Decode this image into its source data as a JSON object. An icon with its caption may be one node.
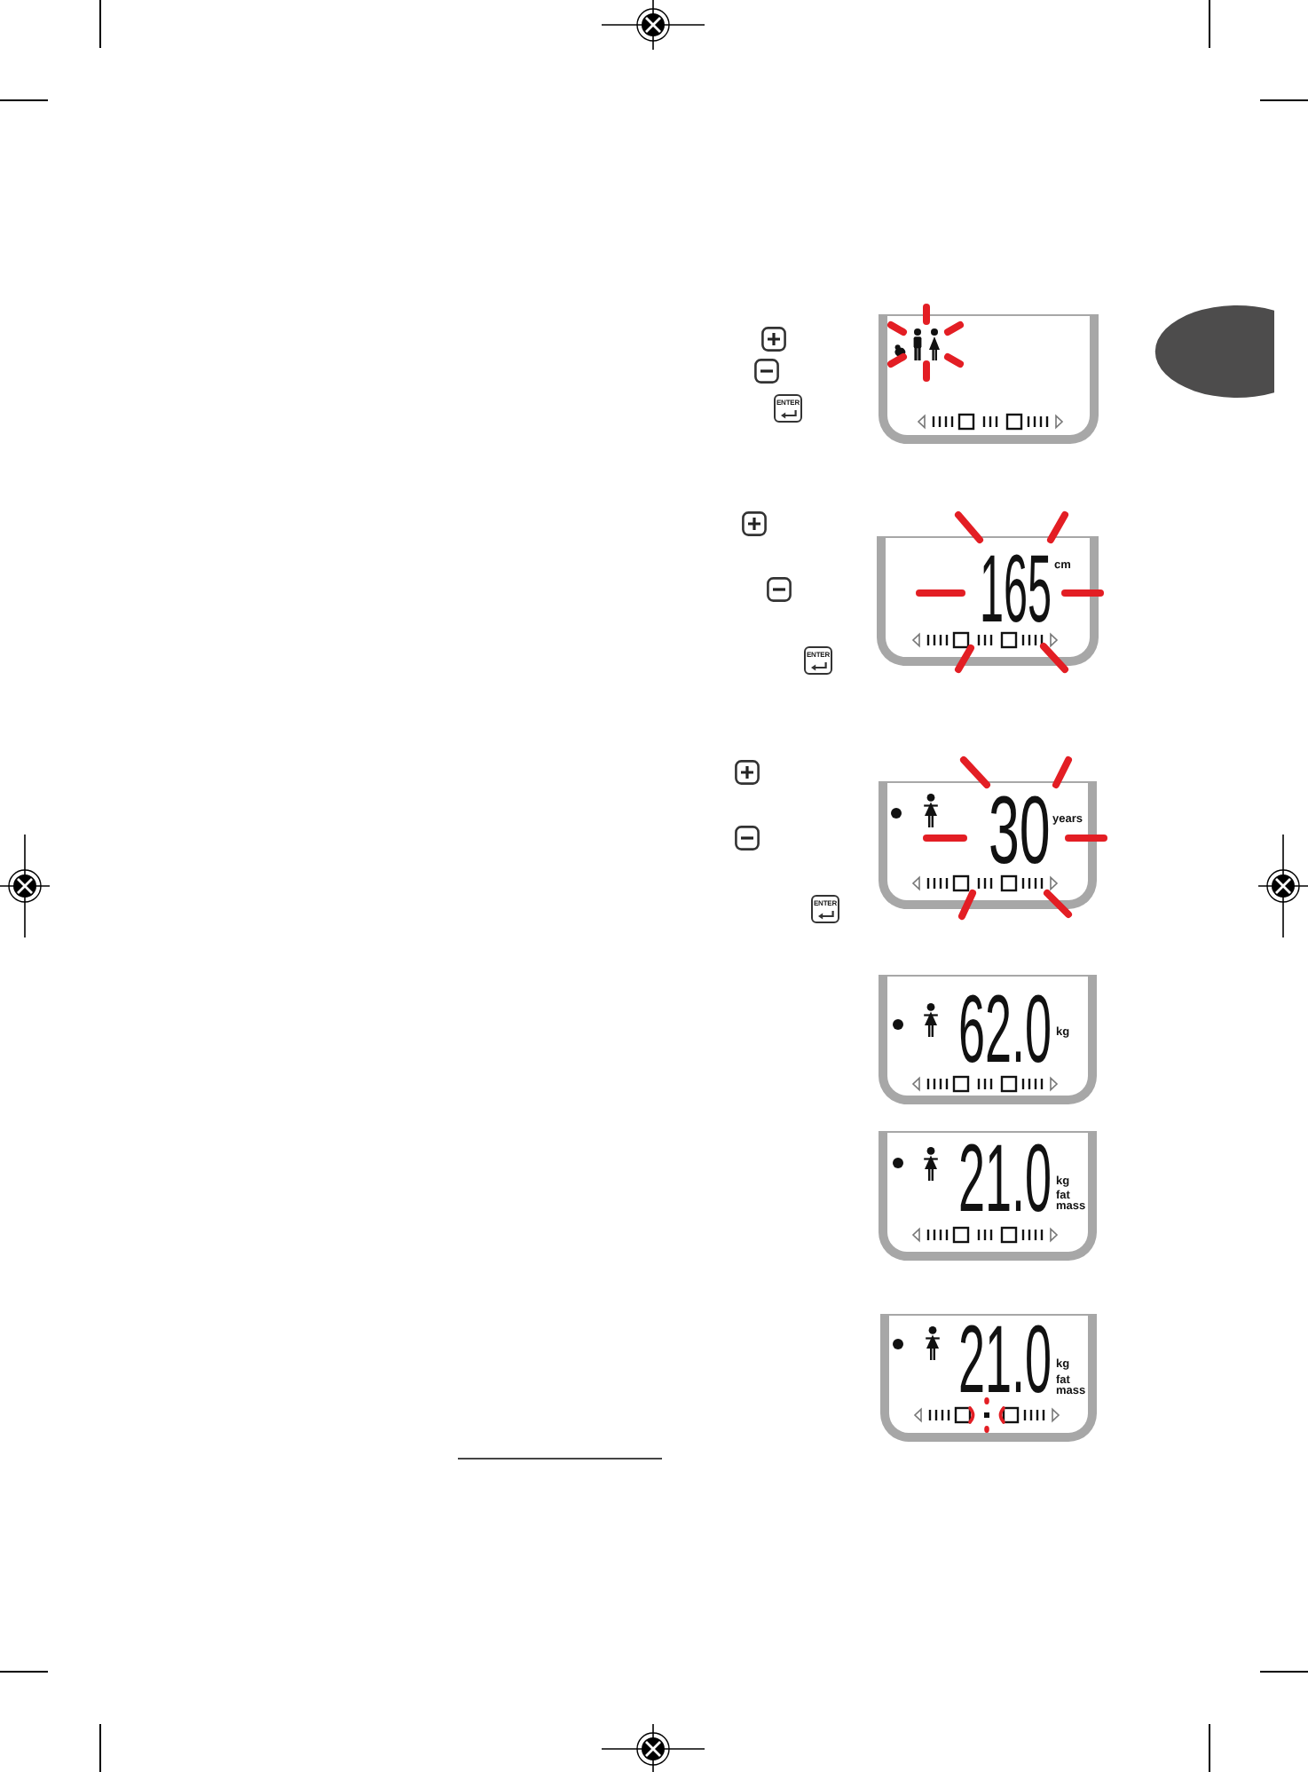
{
  "diagram": {
    "nodes": [
      {
        "text": [],
        "shape": "box"
      },
      {
        "text": [
          "165",
          "cm"
        ]
      },
      {
        "text": [
          "30",
          "years"
        ]
      },
      {
        "text": [
          "62.0",
          "kg"
        ]
      },
      {
        "text": [
          "21.0",
          "kg",
          "fat mass"
        ]
      },
      {
        "text": [
          "21.0",
          "kg",
          "fat mass"
        ]
      }
    ],
    "labels": [
      "ENTER",
      "ENTER",
      "ENTER"
    ]
  }
}
